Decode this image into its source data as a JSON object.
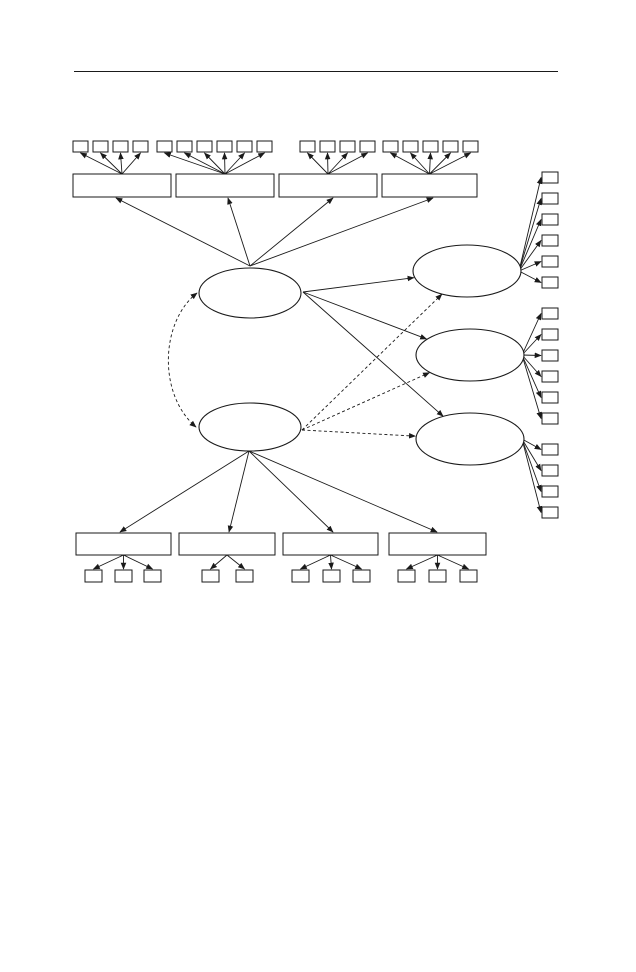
{
  "diagram": {
    "type": "structural-equation-path-diagram",
    "colors": {
      "line": "#1a1a1a",
      "background": "#ffffff"
    },
    "latent_variables": [
      {
        "id": "exogenous_top",
        "label": ""
      },
      {
        "id": "exogenous_bottom",
        "label": ""
      },
      {
        "id": "endogenous_1",
        "label": ""
      },
      {
        "id": "endogenous_2",
        "label": ""
      },
      {
        "id": "endogenous_3",
        "label": ""
      }
    ],
    "top_dimensions": [
      {
        "id": "top_dim_1",
        "label": "",
        "indicator_count": 4
      },
      {
        "id": "top_dim_2",
        "label": "",
        "indicator_count": 6
      },
      {
        "id": "top_dim_3",
        "label": "",
        "indicator_count": 4
      },
      {
        "id": "top_dim_4",
        "label": "",
        "indicator_count": 5
      }
    ],
    "bottom_dimensions": [
      {
        "id": "bottom_dim_1",
        "label": "",
        "indicator_count": 3
      },
      {
        "id": "bottom_dim_2",
        "label": "",
        "indicator_count": 2
      },
      {
        "id": "bottom_dim_3",
        "label": "",
        "indicator_count": 3
      },
      {
        "id": "bottom_dim_4",
        "label": "",
        "indicator_count": 3
      }
    ],
    "endogenous_indicator_counts": [
      6,
      6,
      4
    ],
    "paths": [
      {
        "from": "exogenous_top",
        "to": "endogenous_1",
        "style": "solid"
      },
      {
        "from": "exogenous_top",
        "to": "endogenous_2",
        "style": "solid"
      },
      {
        "from": "exogenous_top",
        "to": "endogenous_3",
        "style": "solid"
      },
      {
        "from": "exogenous_bottom",
        "to": "endogenous_1",
        "style": "dashed"
      },
      {
        "from": "exogenous_bottom",
        "to": "endogenous_2",
        "style": "dashed"
      },
      {
        "from": "exogenous_bottom",
        "to": "endogenous_3",
        "style": "dashed"
      }
    ],
    "correlations": [
      {
        "between": [
          "exogenous_top",
          "exogenous_bottom"
        ],
        "style": "dashed"
      }
    ]
  }
}
